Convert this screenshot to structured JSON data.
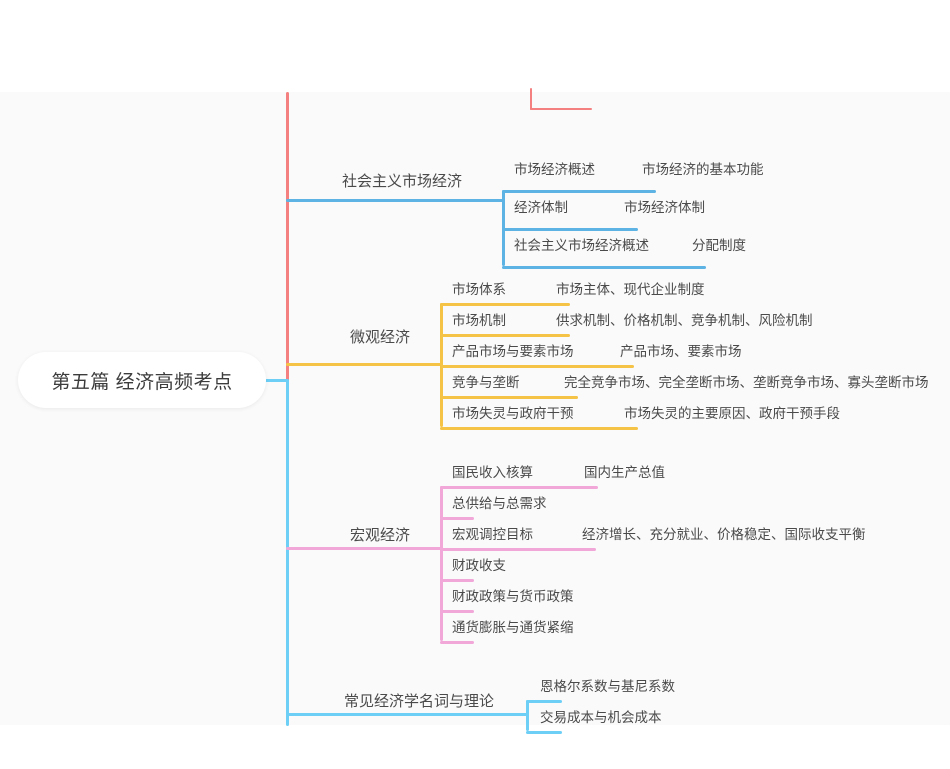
{
  "canvas": {
    "background": "#fafafa",
    "page_background": "#ffffff"
  },
  "root": {
    "label": "第五篇  经济高频考点"
  },
  "colors": {
    "spine_upper": "#f4807f",
    "spine_lower": "#6dcff6",
    "branch_blue": "#5cb3e4",
    "branch_yellow": "#f5c345",
    "branch_pink": "#f1a7d8",
    "branch_cyan": "#6dcff6",
    "orphan_red": "#f4807f",
    "text": "#4a4a4a"
  },
  "orphan_connector": {
    "name": "cut-off-branch-fragment",
    "color": "#f4807f"
  },
  "branches": [
    {
      "label": "社会主义市场经济",
      "color": "#5cb3e4",
      "items": [
        {
          "label": "市场经济概述",
          "child": "市场经济的基本功能"
        },
        {
          "label": "经济体制",
          "child": "市场经济体制"
        },
        {
          "label": "社会主义市场经济概述",
          "child": "分配制度"
        }
      ]
    },
    {
      "label": "微观经济",
      "color": "#f5c345",
      "items": [
        {
          "label": "市场体系",
          "child": "市场主体、现代企业制度"
        },
        {
          "label": "市场机制",
          "child": "供求机制、价格机制、竞争机制、风险机制"
        },
        {
          "label": "产品市场与要素市场",
          "child": "产品市场、要素市场"
        },
        {
          "label": "竞争与垄断",
          "child": "完全竞争市场、完全垄断市场、垄断竞争市场、寡头垄断市场"
        },
        {
          "label": "市场失灵与政府干预",
          "child": "市场失灵的主要原因、政府干预手段"
        }
      ]
    },
    {
      "label": "宏观经济",
      "color": "#f1a7d8",
      "items": [
        {
          "label": "国民收入核算",
          "child": "国内生产总值"
        },
        {
          "label": "总供给与总需求",
          "child": ""
        },
        {
          "label": "宏观调控目标",
          "child": "经济增长、充分就业、价格稳定、国际收支平衡"
        },
        {
          "label": "财政收支",
          "child": ""
        },
        {
          "label": "财政政策与货币政策",
          "child": ""
        },
        {
          "label": "通货膨胀与通货紧缩",
          "child": ""
        }
      ]
    },
    {
      "label": "常见经济学名词与理论",
      "color": "#6dcff6",
      "items": [
        {
          "label": "恩格尔系数与基尼系数",
          "child": ""
        },
        {
          "label": "交易成本与机会成本",
          "child": ""
        }
      ]
    }
  ]
}
